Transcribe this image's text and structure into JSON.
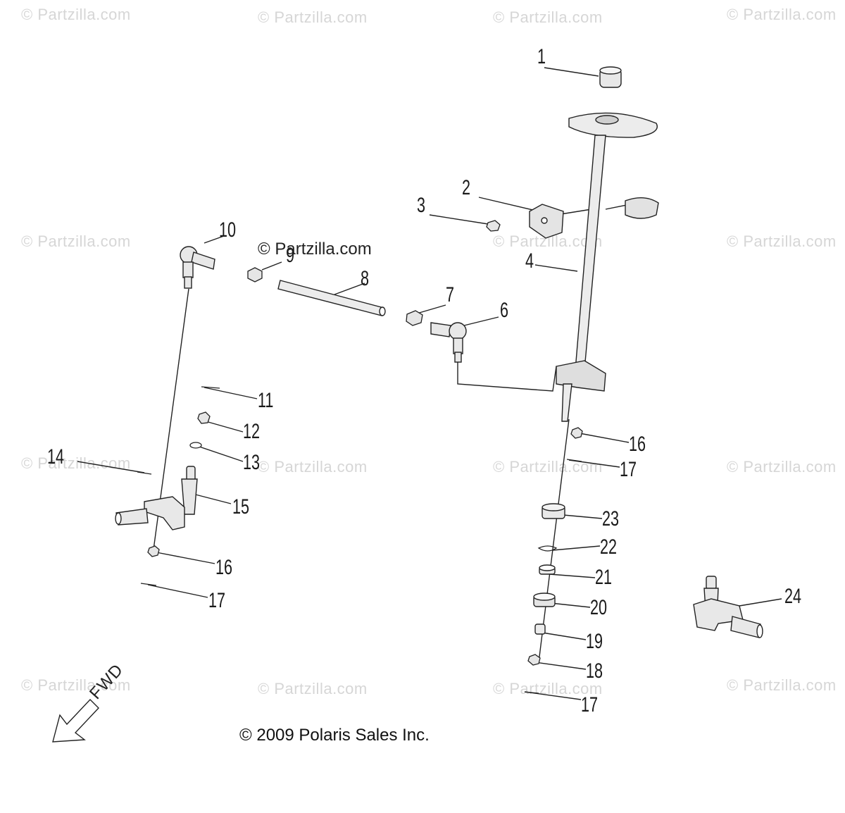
{
  "watermark": "© Partzilla.com",
  "center_watermark": "© Partzilla.com",
  "copyright": "© 2009 Polaris Sales Inc.",
  "direction_label": "FWD",
  "callouts": [
    "1",
    "2",
    "3",
    "4",
    "6",
    "7",
    "8",
    "9",
    "10",
    "11",
    "12",
    "13",
    "14",
    "15",
    "16",
    "16",
    "17",
    "17",
    "17",
    "18",
    "19",
    "20",
    "21",
    "22",
    "23",
    "24"
  ]
}
